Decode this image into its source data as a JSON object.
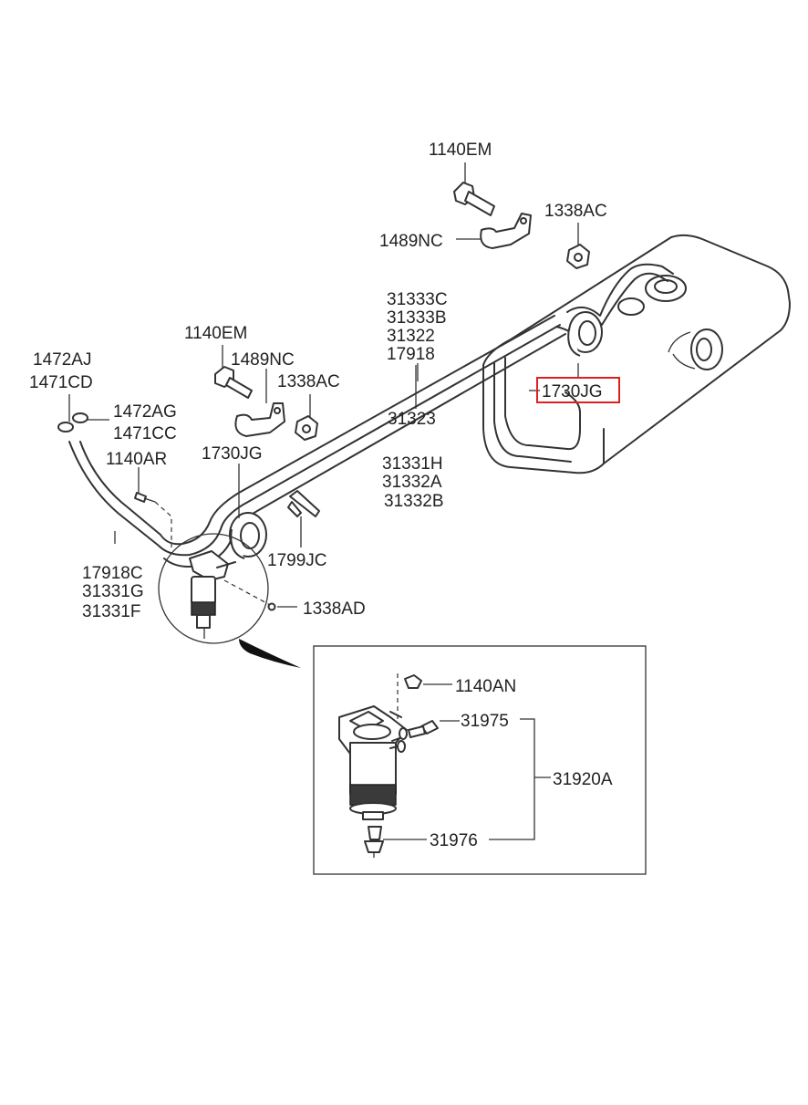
{
  "diagram": {
    "highlight_color": "#e02020",
    "labels": {
      "l_1140em_top": "1140EM",
      "l_1338ac_top": "1338AC",
      "l_1489nc_top": "1489NC",
      "l_31333c": "31333C",
      "l_31333b": "31333B",
      "l_31322": "31322",
      "l_17918": "17918",
      "l_1730jg_right": "1730JG",
      "l_1140em_mid": "1140EM",
      "l_1489nc_mid": "1489NC",
      "l_1338ac_mid": "1338AC",
      "l_1472aj": "1472AJ",
      "l_1471cd": "1471CD",
      "l_1472ag": "1472AG",
      "l_1471cc": "1471CC",
      "l_1140ar": "1140AR",
      "l_1730jg_left": "1730JG",
      "l_31323": "31323",
      "l_31331h": "31331H",
      "l_31332a": "31332A",
      "l_31332b": "31332B",
      "l_1799jc": "1799JC",
      "l_17918c": "17918C",
      "l_31331g": "31331G",
      "l_31331f": "31331F",
      "l_1338ad": "1338AD",
      "l_1140an": "1140AN",
      "l_31975": "31975",
      "l_31920a": "31920A",
      "l_31976": "31976"
    }
  }
}
